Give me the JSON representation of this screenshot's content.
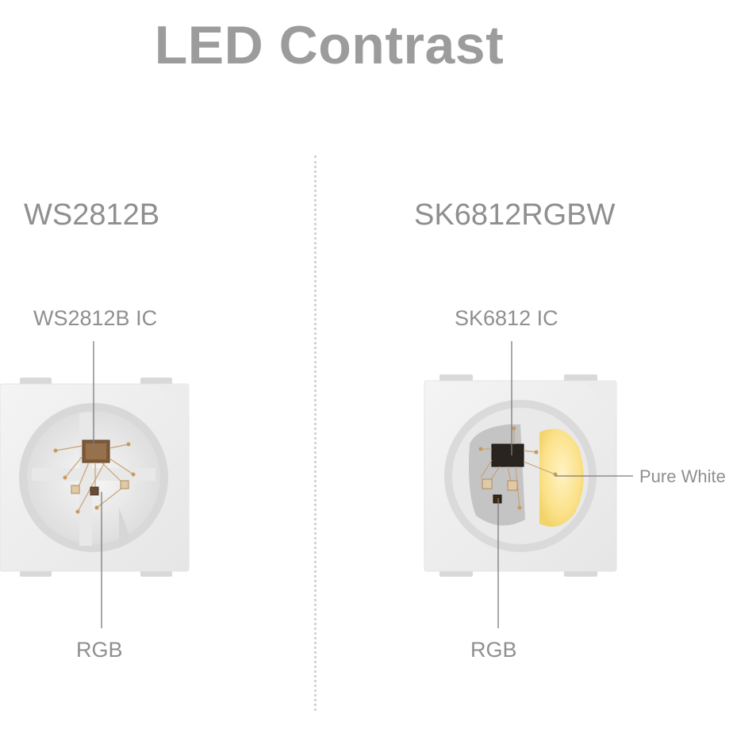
{
  "title": "LED Contrast",
  "left": {
    "name": "WS2812B",
    "ic_label": "WS2812B IC",
    "bottom_label": "RGB"
  },
  "right": {
    "name": "SK6812RGBW",
    "ic_label": "SK6812 IC",
    "side_label": "Pure White",
    "bottom_label": "RGB"
  }
}
